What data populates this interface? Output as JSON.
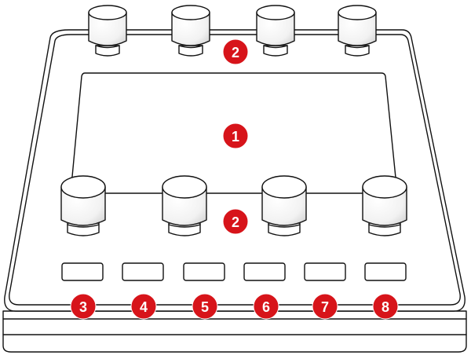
{
  "colors": {
    "badge": "#d7141a",
    "outline": "#111111",
    "surface": "#ffffff"
  },
  "callouts": {
    "screen": "1",
    "top_knobs": "2",
    "bottom_knobs": "2",
    "button_1": "3",
    "button_2": "4",
    "button_3": "5",
    "button_4": "6",
    "button_5": "7",
    "button_6": "8"
  }
}
